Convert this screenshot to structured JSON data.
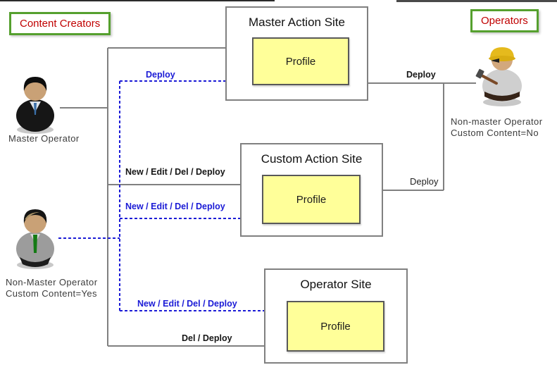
{
  "badges": {
    "content_creators": "Content Creators",
    "operators": "Operators"
  },
  "sites": {
    "master": {
      "title": "Master Action Site",
      "profile": "Profile"
    },
    "custom": {
      "title": "Custom Action Site",
      "profile": "Profile"
    },
    "operator": {
      "title": "Operator Site",
      "profile": "Profile"
    }
  },
  "actors": {
    "master_operator": {
      "label": "Master Operator"
    },
    "non_master_creator": {
      "line1": "Non-Master Operator",
      "line2": "Custom Content=Yes"
    },
    "non_master_operator": {
      "line1": "Non-master Operator",
      "line2": "Custom Content=No"
    }
  },
  "edge_labels": {
    "deploy_master_dashed": "Deploy",
    "new_edit_del_deploy_solid": "New / Edit / Del / Deploy",
    "new_edit_del_deploy_dashed_custom": "New / Edit / Del / Deploy",
    "new_edit_del_deploy_dashed_operator": "New / Edit / Del / Deploy",
    "del_deploy_solid": "Del / Deploy",
    "deploy_operator_to_master": "Deploy",
    "deploy_operator_to_custom": "Deploy"
  },
  "colors": {
    "dashed_blue": "#1b1bd6",
    "line_gray": "#808080",
    "profile_fill": "#ffff99",
    "badge_text_red": "#c00000",
    "badge_border_green": "#55a02e"
  }
}
